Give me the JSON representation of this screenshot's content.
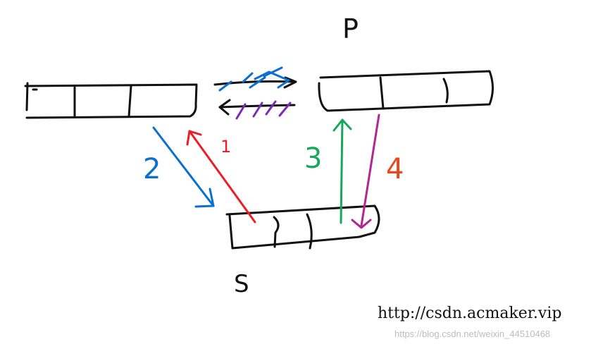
{
  "nodes": {
    "p_label": "P",
    "s_label": "S"
  },
  "steps": [
    {
      "label": "1",
      "color": "#ee1c25"
    },
    {
      "label": "2",
      "color": "#0a6fd0"
    },
    {
      "label": "3",
      "color": "#15a85a"
    },
    {
      "label": "4",
      "color": "#e8481c"
    }
  ],
  "colors": {
    "ink": "#111111",
    "blue": "#0a6fd0",
    "purple": "#7a2bb5",
    "magenta": "#b3258f",
    "red": "#ee1c25",
    "green": "#15a85a"
  },
  "watermark": {
    "main": "http://csdn.acmaker.vip",
    "sub": "https://blog.csdn.net/weixin_44510468"
  }
}
